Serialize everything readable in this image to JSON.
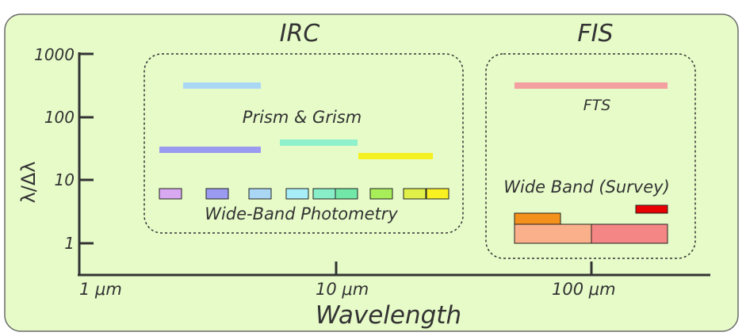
{
  "panel": {
    "background": "#e6fbc8",
    "border": "#6b6b6b"
  },
  "titles": {
    "left": "IRC",
    "right": "FIS"
  },
  "axes": {
    "y_label": "λ/Δλ",
    "x_label": "Wavelength",
    "y_ticks": [
      "1000",
      "100",
      "10",
      "1"
    ],
    "x_ticks": [
      "1 μm",
      "10 μm",
      "100 μm"
    ]
  },
  "group_labels": {
    "prism_grism": "Prism & Grism",
    "wide_band_photometry": "Wide-Band Photometry",
    "fts": "FTS",
    "wide_band_survey": "Wide Band (Survey)"
  },
  "colors": {
    "prism_top": "#aad8f4",
    "prism_bottom": "#9a9af0",
    "grism_mid": "#8ff0cc",
    "grism_right": "#f5f020",
    "fts": "#f4a0a0",
    "filters": [
      "#d8a8f0",
      "#9a9af0",
      "#aad8f4",
      "#a8eef8",
      "#88eec8",
      "#72e8a8",
      "#a8ee58",
      "#e0f048",
      "#f8f020"
    ],
    "survey_orange": "#f4901c",
    "survey_salmon": "#fab08a",
    "survey_pink": "#f58686",
    "survey_red": "#e80000"
  }
}
